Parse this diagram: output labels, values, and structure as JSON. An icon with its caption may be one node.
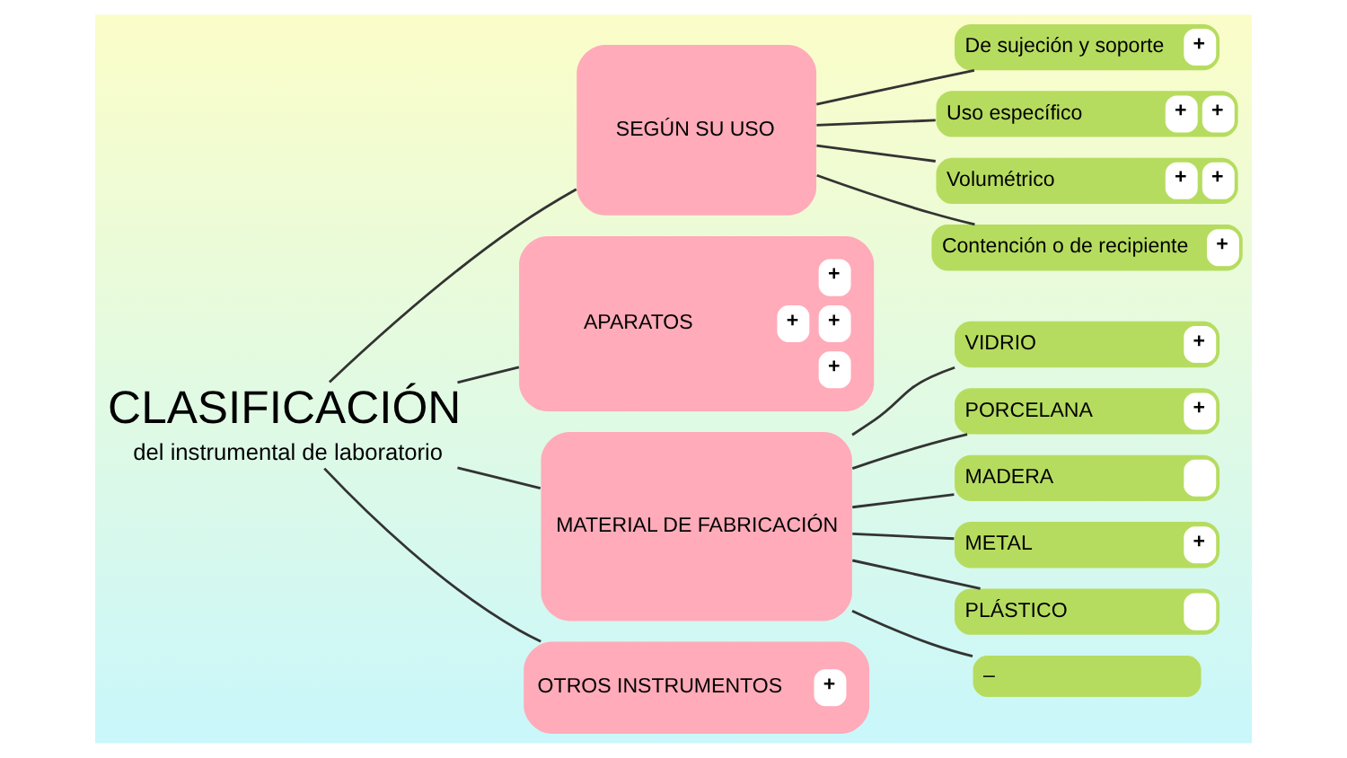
{
  "diagram": {
    "nodes": [
      {
        "text": [
          "CLASIFICACIÓN",
          "del instrumental de laboratorio"
        ]
      },
      {
        "text": [
          "SEGÚN SU USO"
        ]
      },
      {
        "text": [
          "De sujeción y soporte",
          "+"
        ]
      },
      {
        "text": [
          "Uso específico",
          "+",
          "+"
        ]
      },
      {
        "text": [
          "Volumétrico",
          "+",
          "+"
        ]
      },
      {
        "text": [
          "Contención o de recipiente",
          "+"
        ]
      },
      {
        "text": [
          "APARATOS",
          "+",
          "+",
          "+",
          "+"
        ]
      },
      {
        "text": [
          "MATERIAL DE FABRICACIÓN"
        ]
      },
      {
        "text": [
          "VIDRIO",
          "+"
        ]
      },
      {
        "text": [
          "PORCELANA",
          "+"
        ]
      },
      {
        "text": [
          "MADERA"
        ]
      },
      {
        "text": [
          "METAL",
          "+"
        ]
      },
      {
        "text": [
          "PLÁSTICO"
        ]
      },
      {
        "text": [
          "–"
        ]
      },
      {
        "text": [
          "OTROS INSTRUMENTOS",
          "+"
        ]
      }
    ],
    "edges": [
      {
        "from": 0,
        "to": 1,
        "arrow": "none"
      },
      {
        "from": 0,
        "to": 6,
        "arrow": "none"
      },
      {
        "from": 0,
        "to": 7,
        "arrow": "none"
      },
      {
        "from": 0,
        "to": 14,
        "arrow": "none"
      },
      {
        "from": 1,
        "to": 2,
        "arrow": "none"
      },
      {
        "from": 1,
        "to": 3,
        "arrow": "none"
      },
      {
        "from": 1,
        "to": 4,
        "arrow": "none"
      },
      {
        "from": 1,
        "to": 5,
        "arrow": "none"
      },
      {
        "from": 7,
        "to": 8,
        "arrow": "none"
      },
      {
        "from": 7,
        "to": 9,
        "arrow": "none"
      },
      {
        "from": 7,
        "to": 10,
        "arrow": "none"
      },
      {
        "from": 7,
        "to": 11,
        "arrow": "none"
      },
      {
        "from": 7,
        "to": 12,
        "arrow": "none"
      },
      {
        "from": 7,
        "to": 13,
        "arrow": "none"
      }
    ]
  }
}
